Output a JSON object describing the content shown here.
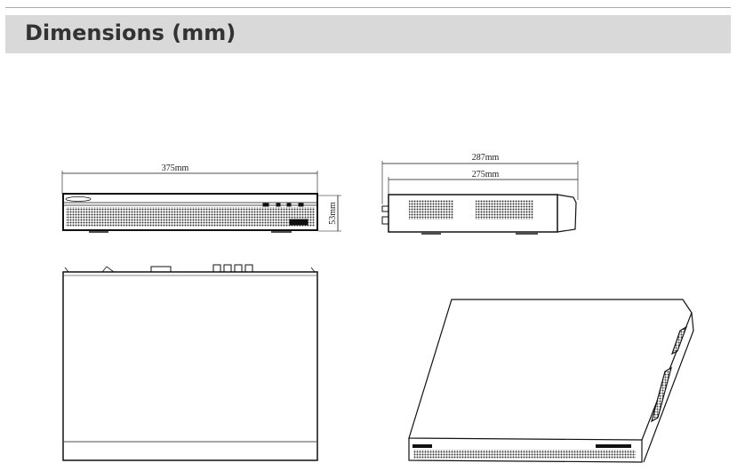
{
  "header": {
    "title": "Dimensions (mm)"
  },
  "front_view": {
    "width_label": "375mm",
    "height_label": "53mm"
  },
  "side_view": {
    "depth_total_label": "287mm",
    "depth_body_label": "275mm"
  }
}
